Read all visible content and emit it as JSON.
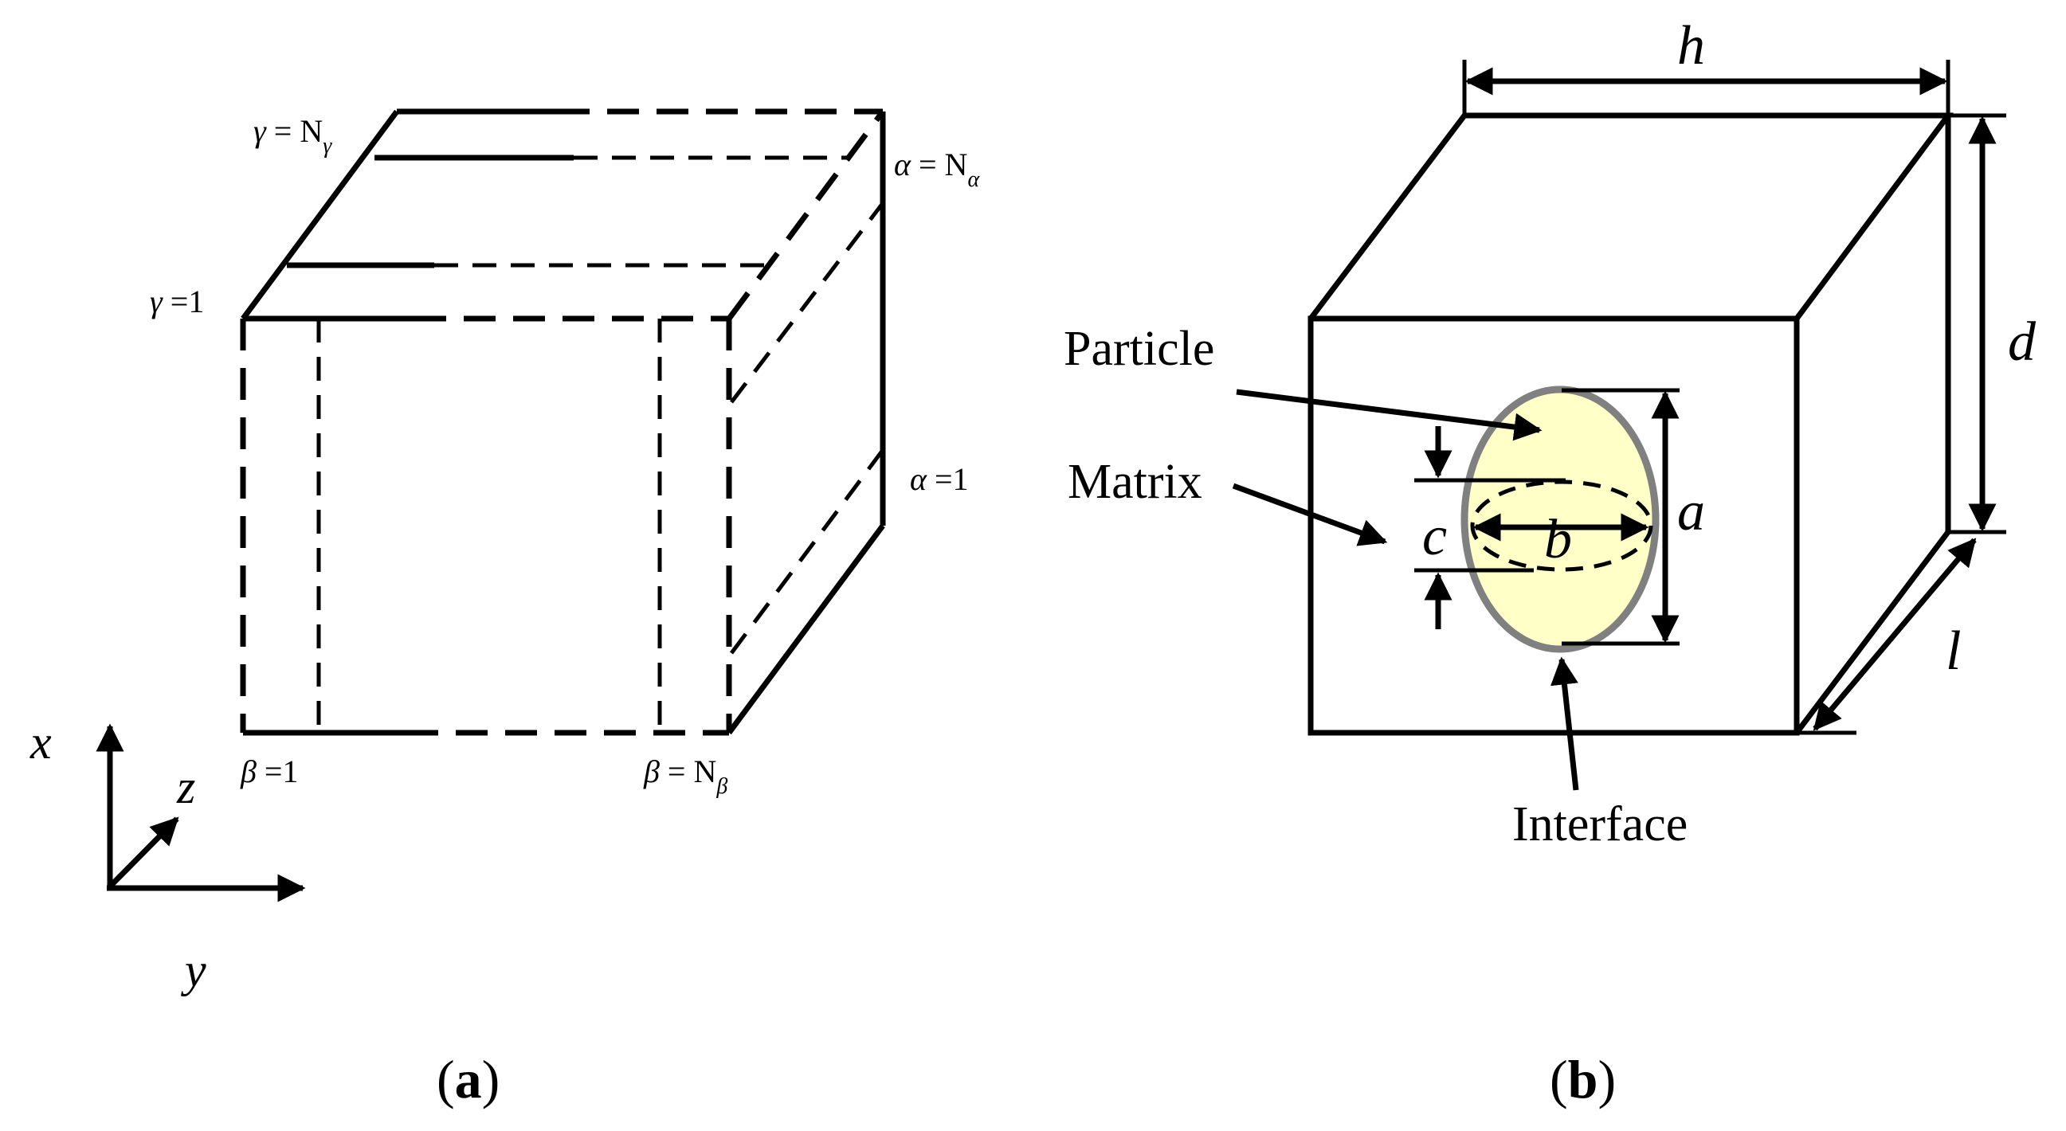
{
  "panel_a": {
    "caption_open": "(",
    "caption_letter": "a",
    "caption_close": ")",
    "labels": {
      "gamma_N_sym": "γ",
      "gamma_N_eq": " = N",
      "gamma_N_sub": "γ",
      "gamma_1_sym": "γ",
      "gamma_1_eq": " =1",
      "alpha_N_sym": "α",
      "alpha_N_eq": " = N",
      "alpha_N_sub": "α",
      "alpha_1_sym": "α",
      "alpha_1_eq": " =1",
      "beta_1_sym": "β",
      "beta_1_eq": " =1",
      "beta_N_sym": "β",
      "beta_N_eq": " = N",
      "beta_N_sub": "β"
    },
    "axes": {
      "x": "x",
      "y": "y",
      "z": "z"
    }
  },
  "panel_b": {
    "caption_open": "(",
    "caption_letter": "b",
    "caption_close": ")",
    "dimensions": {
      "h": "h",
      "d": "d",
      "l": "l",
      "a": "a",
      "b": "b",
      "c": "c"
    },
    "callouts": {
      "particle": "Particle",
      "matrix": "Matrix",
      "interface": "Interface"
    },
    "colors": {
      "particle_fill": "#FFFFC8",
      "particle_outline": "#808080"
    }
  }
}
